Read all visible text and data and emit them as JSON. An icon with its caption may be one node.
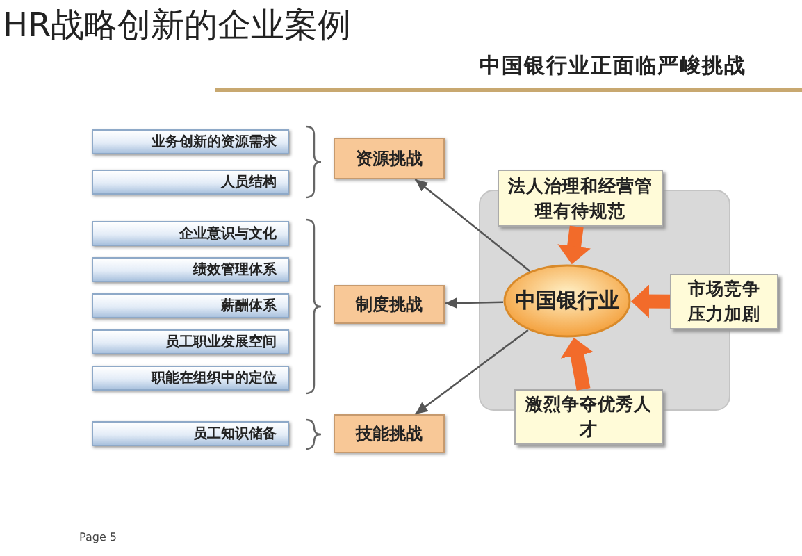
{
  "diagram": {
    "title": "HR战略创新的企业案例",
    "nodes": [
      {
        "text": [
          "业务创新的资源需求"
        ]
      },
      {
        "text": [
          "人员结构"
        ]
      },
      {
        "text": [
          "企业意识与文化"
        ]
      },
      {
        "text": [
          "绩效管理体系"
        ]
      },
      {
        "text": [
          "薪酬体系"
        ]
      },
      {
        "text": [
          "员工职业发展空间"
        ]
      },
      {
        "text": [
          "职能在组织中的定位"
        ]
      },
      {
        "text": [
          "员工知识储备"
        ]
      },
      {
        "text": [
          "资源挑战"
        ]
      },
      {
        "text": [
          "制度挑战"
        ]
      },
      {
        "text": [
          "技能挑战"
        ]
      },
      {
        "text": [
          "法人治理和经营管理有待规范"
        ]
      },
      {
        "text": [
          "中国银行业"
        ]
      },
      {
        "text": [
          "市场竞争压力加剧"
        ]
      },
      {
        "text": [
          "激烈争夺优秀人才"
        ]
      }
    ],
    "edges": [
      {
        "from": 12,
        "to": 8,
        "arrow": "to"
      },
      {
        "from": 12,
        "to": 9,
        "arrow": "to"
      },
      {
        "from": 12,
        "to": 10,
        "arrow": "to"
      },
      {
        "from": 11,
        "to": 12,
        "arrow": "to",
        "style": "thick",
        "color": "#f26b2a"
      },
      {
        "from": 13,
        "to": 12,
        "arrow": "to",
        "style": "thick",
        "color": "#f26b2a"
      },
      {
        "from": 14,
        "to": 12,
        "arrow": "to",
        "style": "thick",
        "color": "#f26b2a"
      }
    ],
    "labels": [
      "中国银行业正面临严峻挑战",
      "Page 5"
    ]
  }
}
